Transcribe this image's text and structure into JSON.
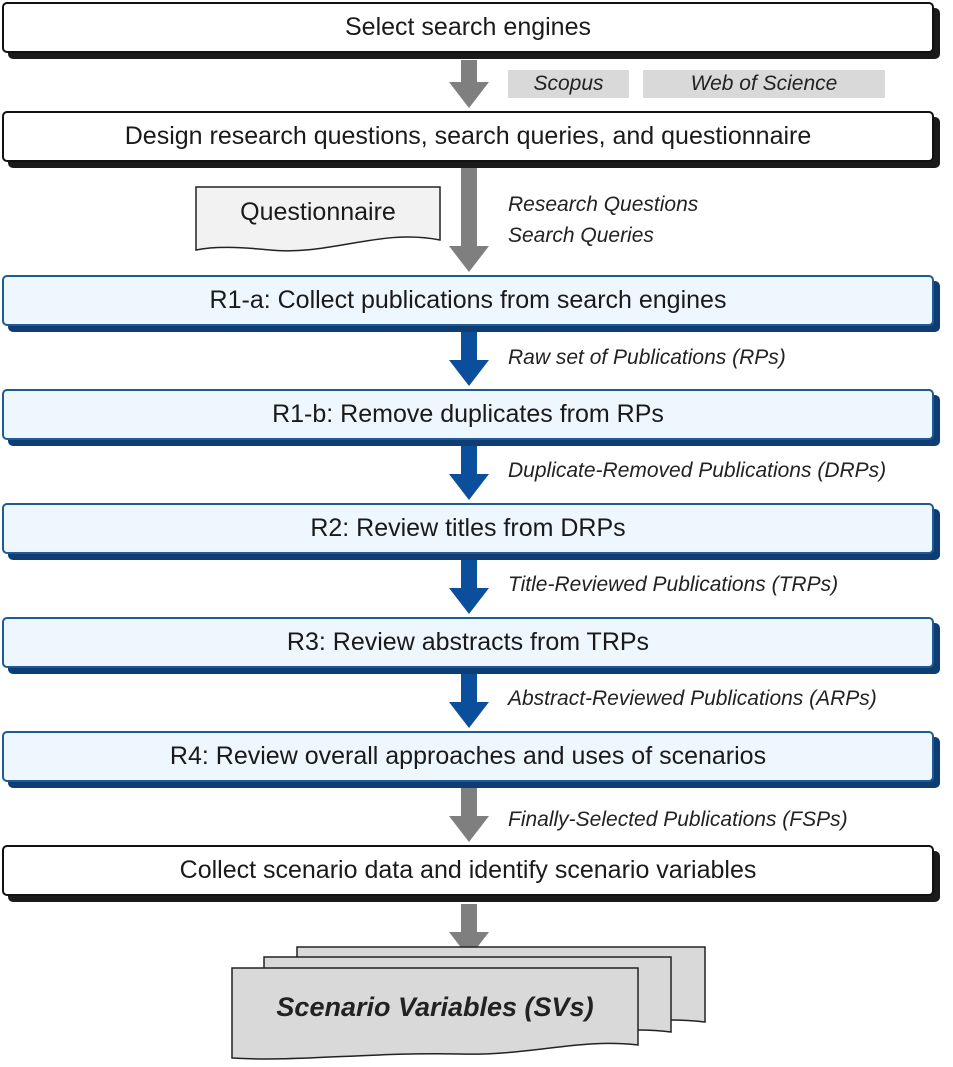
{
  "steps": {
    "select": "Select search engines",
    "design": "Design research questions, search queries, and questionnaire",
    "r1a": "R1-a: Collect publications from search engines",
    "r1b": "R1-b: Remove duplicates from RPs",
    "r2": "R2: Review titles from DRPs",
    "r3": "R3: Review abstracts from TRPs",
    "r4": "R4: Review overall approaches and uses of scenarios",
    "collect": "Collect scenario data and identify scenario variables"
  },
  "engines": [
    "Scopus",
    "Web of Science"
  ],
  "questionnaire": "Questionnaire",
  "design_outputs": [
    "Research Questions",
    "Search Queries"
  ],
  "flows": {
    "rps": "Raw set of Publications (RPs)",
    "drps": "Duplicate-Removed Publications (DRPs)",
    "trps": "Title-Reviewed Publications (TRPs)",
    "arps": "Abstract-Reviewed Publications (ARPs)",
    "fsps": "Finally-Selected Publications (FSPs)"
  },
  "output_doc": "Scenario Variables (SVs)",
  "colors": {
    "blue_fill": "#eef6fe",
    "blue_border": "#1d5a96",
    "blue_arrow": "#0b4f9c",
    "gray_arrow": "#7f7f7f",
    "tag_gray": "#d9d9d9"
  }
}
